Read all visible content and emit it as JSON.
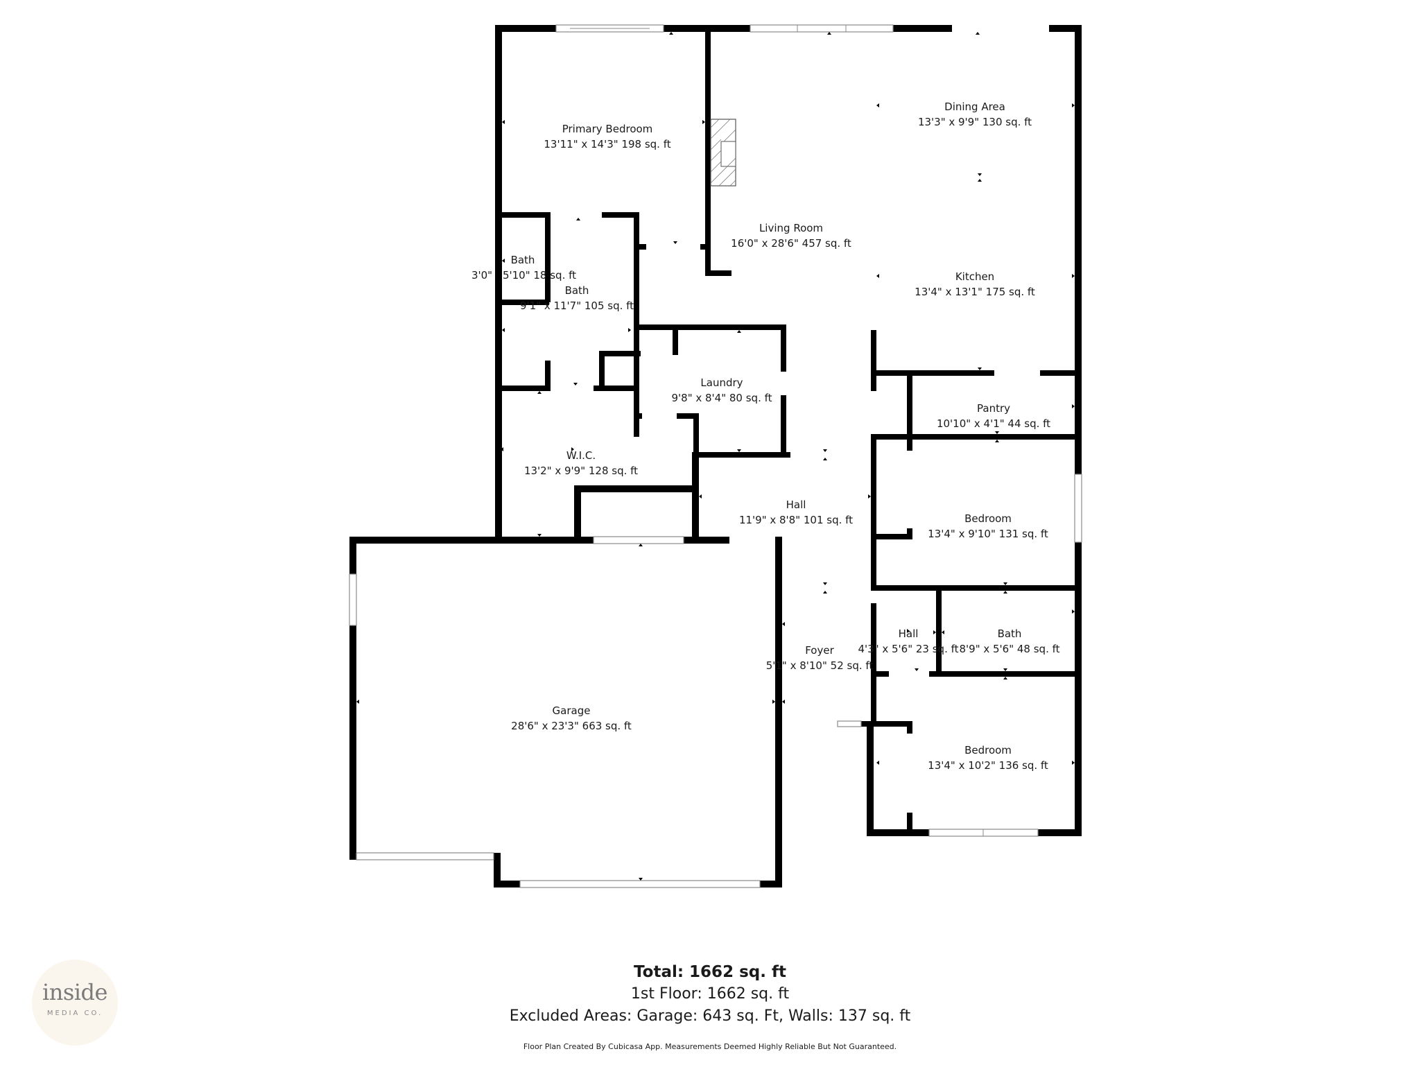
{
  "rooms": {
    "primary_bedroom": {
      "name": "Primary Bedroom",
      "dims": "13'11\" x 14'3\" 198 sq. ft"
    },
    "dining": {
      "name": "Dining Area",
      "dims": "13'3\" x 9'9\" 130 sq. ft"
    },
    "living": {
      "name": "Living Room",
      "dims": "16'0\" x 28'6\" 457 sq. ft"
    },
    "kitchen": {
      "name": "Kitchen",
      "dims": "13'4\" x 13'1\" 175 sq. ft"
    },
    "bath_small": {
      "name": "Bath",
      "dims": "5'10\" 18 sq. ft",
      "prefix": "3'0\""
    },
    "bath_primary": {
      "name": "Bath",
      "dims": "9'1\" x 11'7\" 105 sq. ft"
    },
    "laundry": {
      "name": "Laundry",
      "dims": "9'8\" x 8'4\" 80 sq. ft"
    },
    "pantry": {
      "name": "Pantry",
      "dims": "10'10\" x 4'1\" 44 sq. ft"
    },
    "wic": {
      "name": "W.I.C.",
      "dims": "13'2\" x 9'9\" 128 sq. ft"
    },
    "hall_main": {
      "name": "Hall",
      "dims": "11'9\" x 8'8\" 101 sq. ft"
    },
    "bedroom_1": {
      "name": "Bedroom",
      "dims": "13'4\" x 9'10\" 131 sq. ft"
    },
    "garage": {
      "name": "Garage",
      "dims": "28'6\" x 23'3\" 663 sq. ft"
    },
    "foyer": {
      "name": "Foyer",
      "dims": "5'1\" x 8'10\" 52 sq. ft"
    },
    "hall_small": {
      "name": "Hall",
      "dims": "4'3\" x 5'6\" 23 sq. ft"
    },
    "bath_2": {
      "name": "Bath",
      "dims": "8'9\" x 5'6\" 48 sq. ft"
    },
    "bedroom_2": {
      "name": "Bedroom",
      "dims": "13'4\" x 10'2\" 136 sq. ft"
    }
  },
  "summary": {
    "total": "Total: 1662 sq. ft",
    "floor1": "1st Floor: 1662 sq. ft",
    "excluded": "Excluded Areas: Garage: 643 sq. Ft, Walls: 137 sq. ft",
    "disclaimer": "Floor Plan Created By Cubicasa App. Measurements Deemed Highly Reliable But Not Guaranteed."
  },
  "logo": {
    "line1": "inside",
    "line2": "MEDIA CO."
  },
  "colors": {
    "wall": "#000000",
    "background": "#ffffff",
    "logo_bg": "#faf6ee"
  }
}
